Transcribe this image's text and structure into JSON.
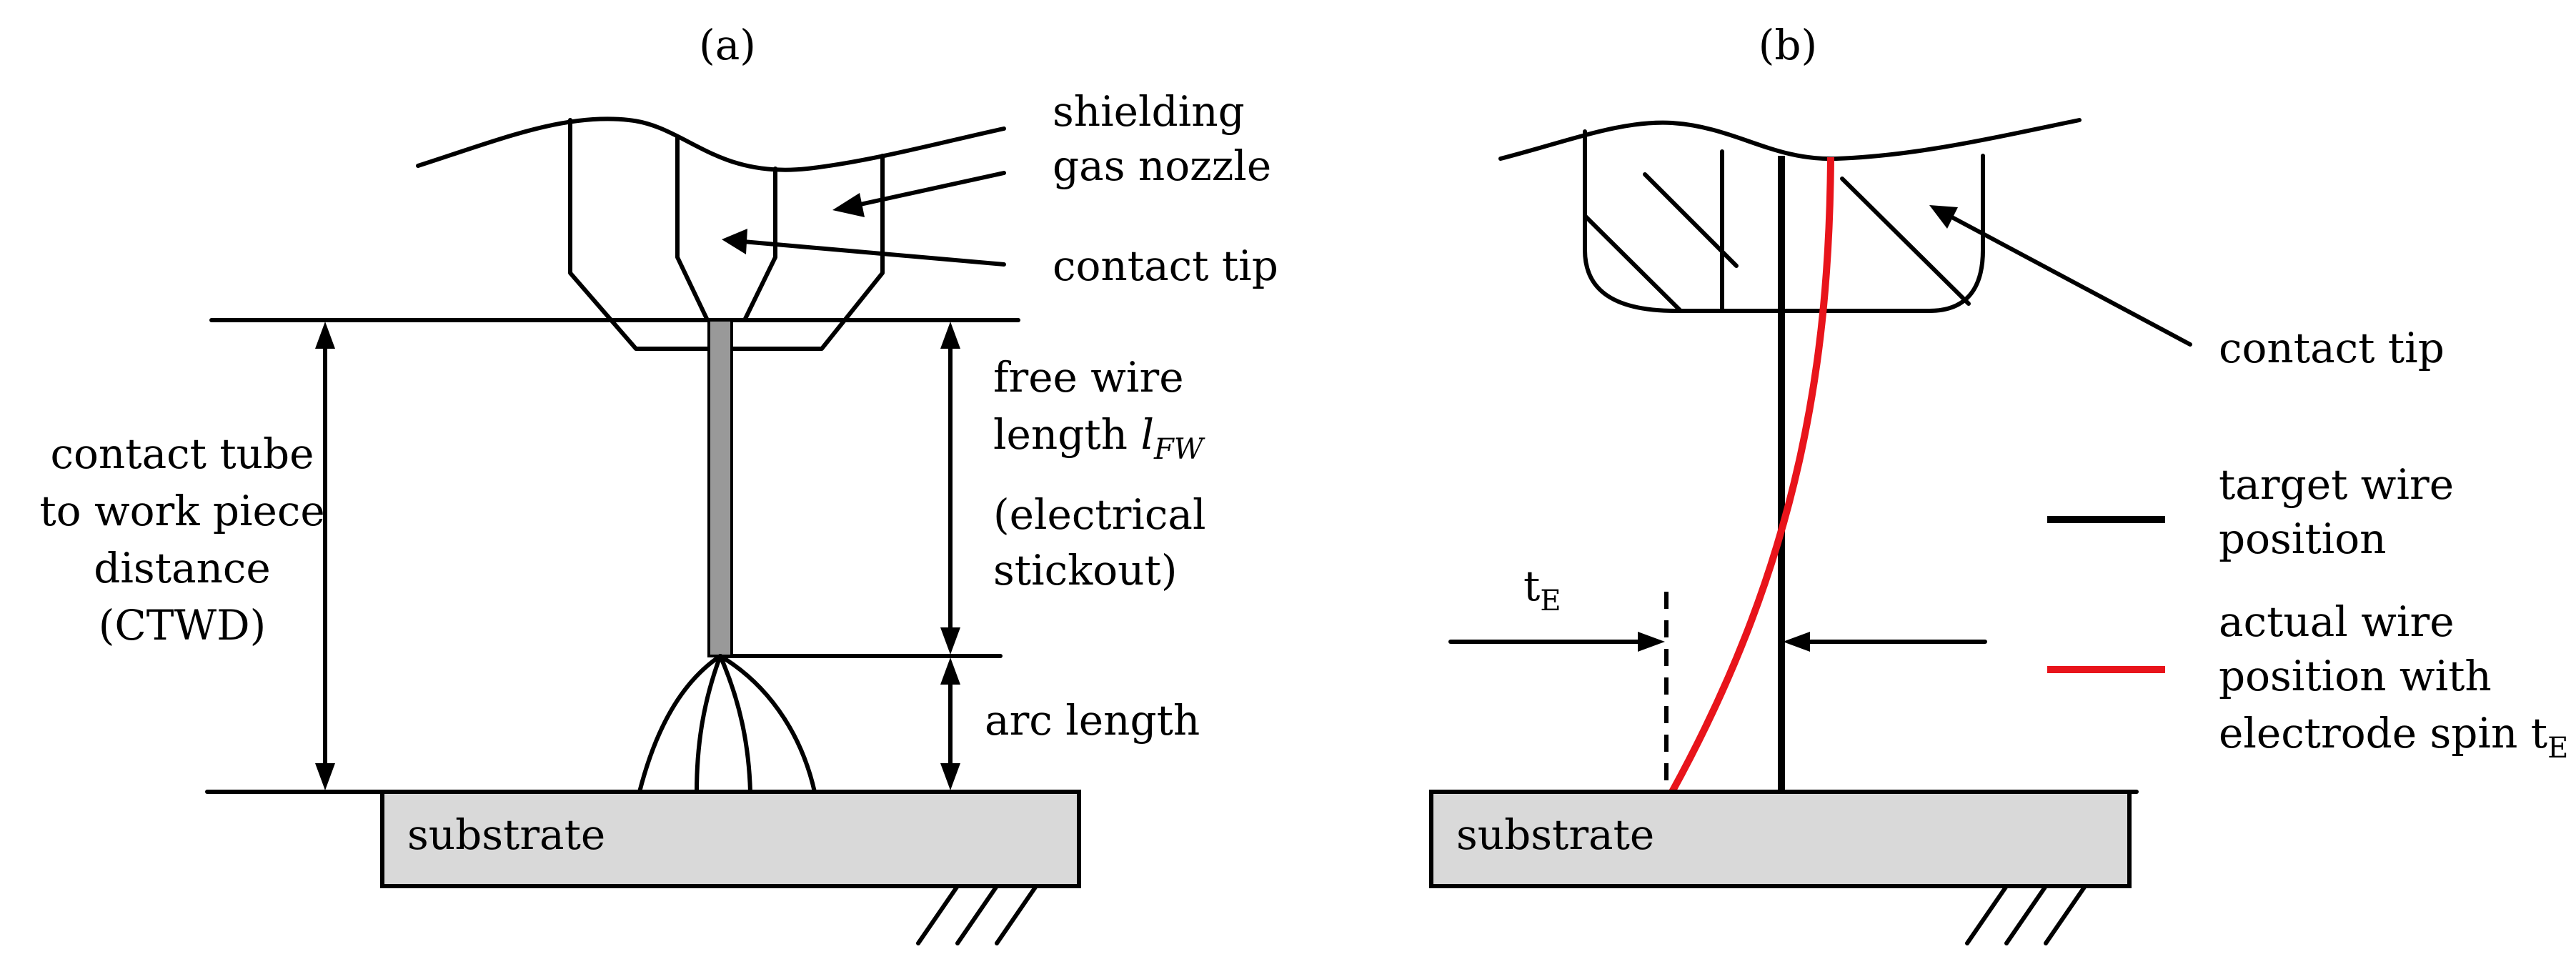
{
  "panel_a": {
    "panel_label": "(a)",
    "labels": {
      "nozzle_line1": "shielding",
      "nozzle_line2": "gas nozzle",
      "contact_tip": "contact tip",
      "free_wire_line1": "free wire",
      "free_wire_line2": "length",
      "free_wire_symbol": "l",
      "free_wire_subscript": "FW",
      "stickout_line1": "(electrical",
      "stickout_line2": "stickout)",
      "arc_length": "arc length",
      "ctwd_line1": "contact tube",
      "ctwd_line2": "to work piece",
      "ctwd_line3": "distance",
      "ctwd_line4": "(CTWD)",
      "substrate": "substrate"
    }
  },
  "panel_b": {
    "panel_label": "(b)",
    "labels": {
      "contact_tip": "contact tip",
      "spin_symbol": "t",
      "spin_subscript": "E",
      "substrate": "substrate"
    },
    "legend": [
      {
        "line1": "target wire",
        "line2": "position",
        "line3": "",
        "symbol": "",
        "subscript": "",
        "color": "#000000"
      },
      {
        "line1": "actual wire",
        "line2": "position with",
        "line3": "electrode spin",
        "symbol": "t",
        "subscript": "E",
        "color": "#e8141b"
      }
    ]
  },
  "colors": {
    "line": "#000000",
    "wire_fill": "#999999",
    "wire_edge": "#1f3864",
    "substrate_fill": "#d9d9d9",
    "actual_wire": "#e8141b"
  }
}
